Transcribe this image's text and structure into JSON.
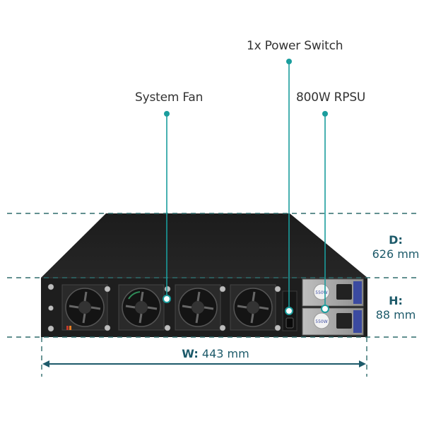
{
  "callouts": {
    "power_switch": "1x Power Switch",
    "system_fan": "System Fan",
    "rpsu": "800W RPSU"
  },
  "dimensions": {
    "depth_key": "D:",
    "depth_value": "626 mm",
    "height_key": "H:",
    "height_value": "88 mm",
    "width_key": "W:",
    "width_value": "443 mm"
  },
  "psu_labels": [
    "550W",
    "550W"
  ],
  "colors": {
    "accent": "#1a9d9d",
    "dim_text": "#1d5a6a",
    "dash_line": "#2f6b6b",
    "chassis": "#1f1f1f"
  },
  "icons": [
    "fan-icon",
    "power-switch-icon",
    "power-supply-icon",
    "arrow-left-icon",
    "arrow-right-icon"
  ]
}
